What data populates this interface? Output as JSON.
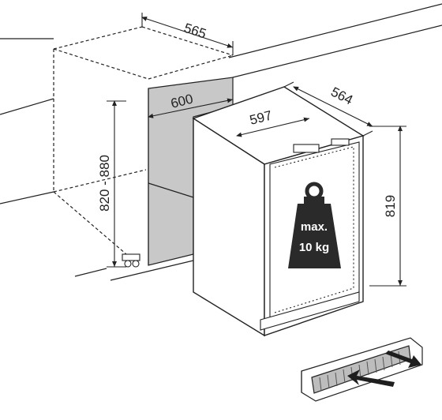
{
  "dimensions": {
    "niche_depth": "565",
    "niche_width": "600",
    "niche_height": "820 - 880",
    "appliance_width": "597",
    "appliance_depth": "564",
    "appliance_height": "819"
  },
  "weight_badge": {
    "line1": "max.",
    "line2": "10 kg"
  },
  "icons": [
    "weight-icon",
    "ventilation-grille-icon",
    "airflow-arrow-icon"
  ],
  "colors": {
    "line": "#222222",
    "niche_fill": "#c8c8c8",
    "weight_fill": "#2a2a2a"
  }
}
